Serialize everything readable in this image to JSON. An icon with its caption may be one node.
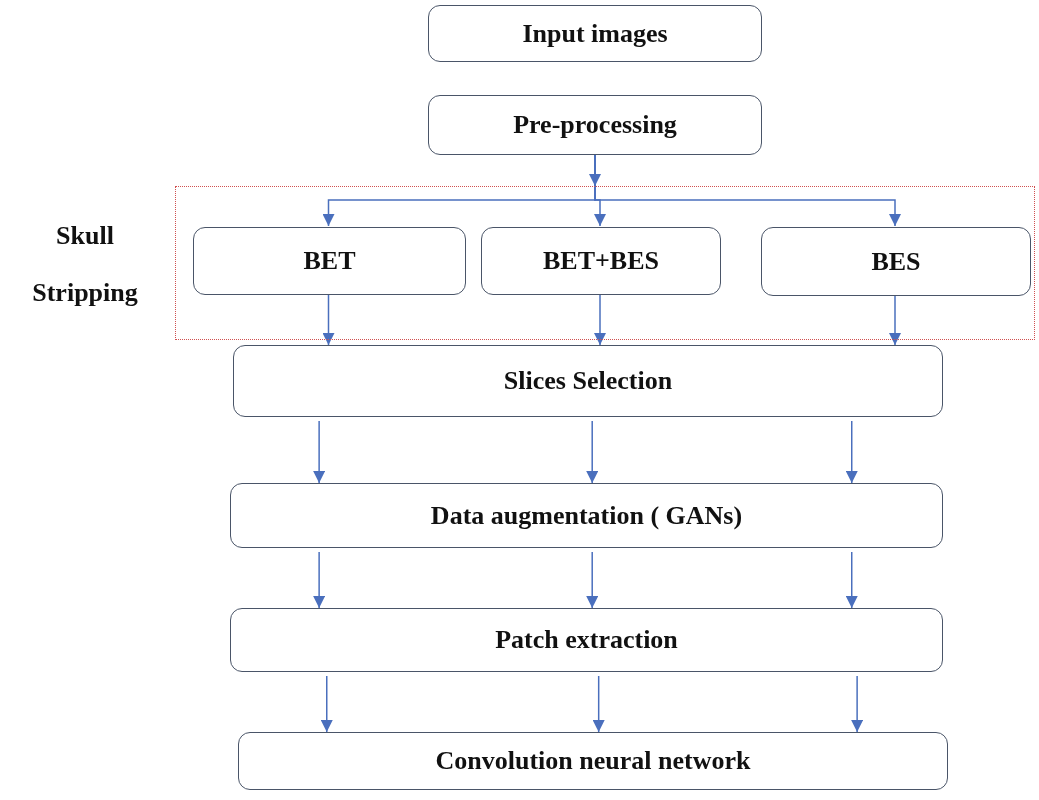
{
  "diagram": {
    "nodes": [
      {
        "text": [
          "Input images"
        ]
      },
      {
        "text": [
          "Pre-processing"
        ]
      },
      {
        "text": [
          "Skull Stripping"
        ]
      },
      {
        "text": [
          "BET"
        ],
        "in": 2
      },
      {
        "text": [
          "BET+BES"
        ],
        "in": 2
      },
      {
        "text": [
          "BES"
        ],
        "in": 2
      },
      {
        "text": [
          "Slices Selection"
        ]
      },
      {
        "text": [
          "Data augmentation ( GANs)"
        ]
      },
      {
        "text": [
          "Patch extraction"
        ]
      },
      {
        "text": [
          "Convolution neural network"
        ]
      }
    ],
    "edges": [
      {
        "from": 1,
        "to": 2,
        "arrow": "to"
      },
      {
        "from": 1,
        "to": 3,
        "arrow": "to"
      },
      {
        "from": 1,
        "to": 4,
        "arrow": "to"
      },
      {
        "from": 1,
        "to": 5,
        "arrow": "to"
      },
      {
        "from": 3,
        "to": 6,
        "arrow": "to"
      },
      {
        "from": 4,
        "to": 6,
        "arrow": "to"
      },
      {
        "from": 5,
        "to": 6,
        "arrow": "to"
      },
      {
        "from": 6,
        "to": 7,
        "arrow": "to"
      },
      {
        "from": 6,
        "to": 7,
        "arrow": "to"
      },
      {
        "from": 6,
        "to": 7,
        "arrow": "to"
      },
      {
        "from": 7,
        "to": 8,
        "arrow": "to"
      },
      {
        "from": 7,
        "to": 8,
        "arrow": "to"
      },
      {
        "from": 7,
        "to": 8,
        "arrow": "to"
      },
      {
        "from": 8,
        "to": 9,
        "arrow": "to"
      },
      {
        "from": 8,
        "to": 9,
        "arrow": "to"
      },
      {
        "from": 8,
        "to": 9,
        "arrow": "to"
      }
    ]
  }
}
